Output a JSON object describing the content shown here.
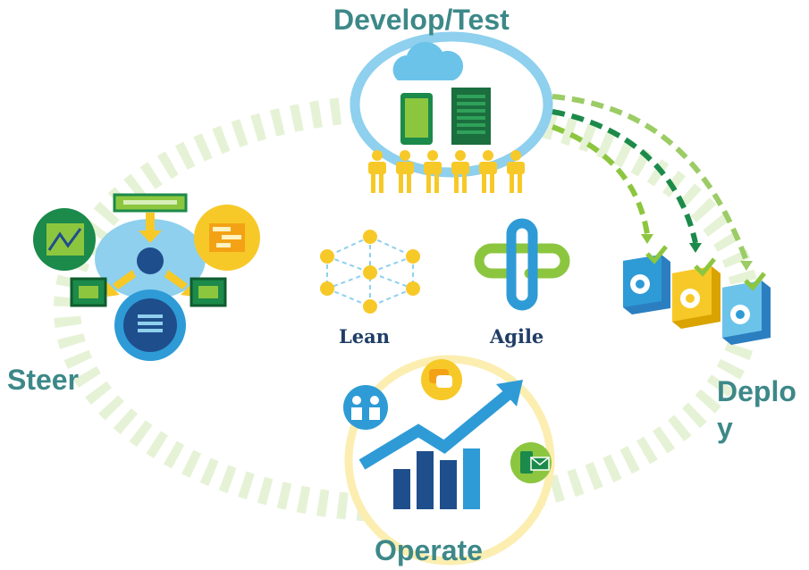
{
  "stages": {
    "develop_test": "Develop/Test",
    "steer": "Steer",
    "deploy": "Deploy",
    "operate": "Operate"
  },
  "center": {
    "lean": "Lean",
    "agile": "Agile"
  },
  "icons": [
    "cloud-icon",
    "tablet-icon",
    "server-rack-icon",
    "team-people-icon",
    "dashboard-hub-icon",
    "line-chart-icon",
    "gantt-chart-icon",
    "report-list-icon",
    "document-stack-icon",
    "lean-network-icon",
    "agile-links-icon",
    "deploy-box-check-icon",
    "gear-icon",
    "chat-bubble-icon",
    "people-meeting-icon",
    "mobile-mail-icon",
    "bar-chart-growth-icon",
    "trend-arrow-icon"
  ],
  "colors": {
    "label_teal": "#3d8888",
    "cycle_green_faint": "#e2f0cf",
    "light_blue": "#8ed0ee",
    "dark_green": "#1b8a4a",
    "bright_green": "#8cc63f",
    "yellow": "#f7c928",
    "navy": "#1f4e8c",
    "sky_blue": "#2e9bd6"
  }
}
